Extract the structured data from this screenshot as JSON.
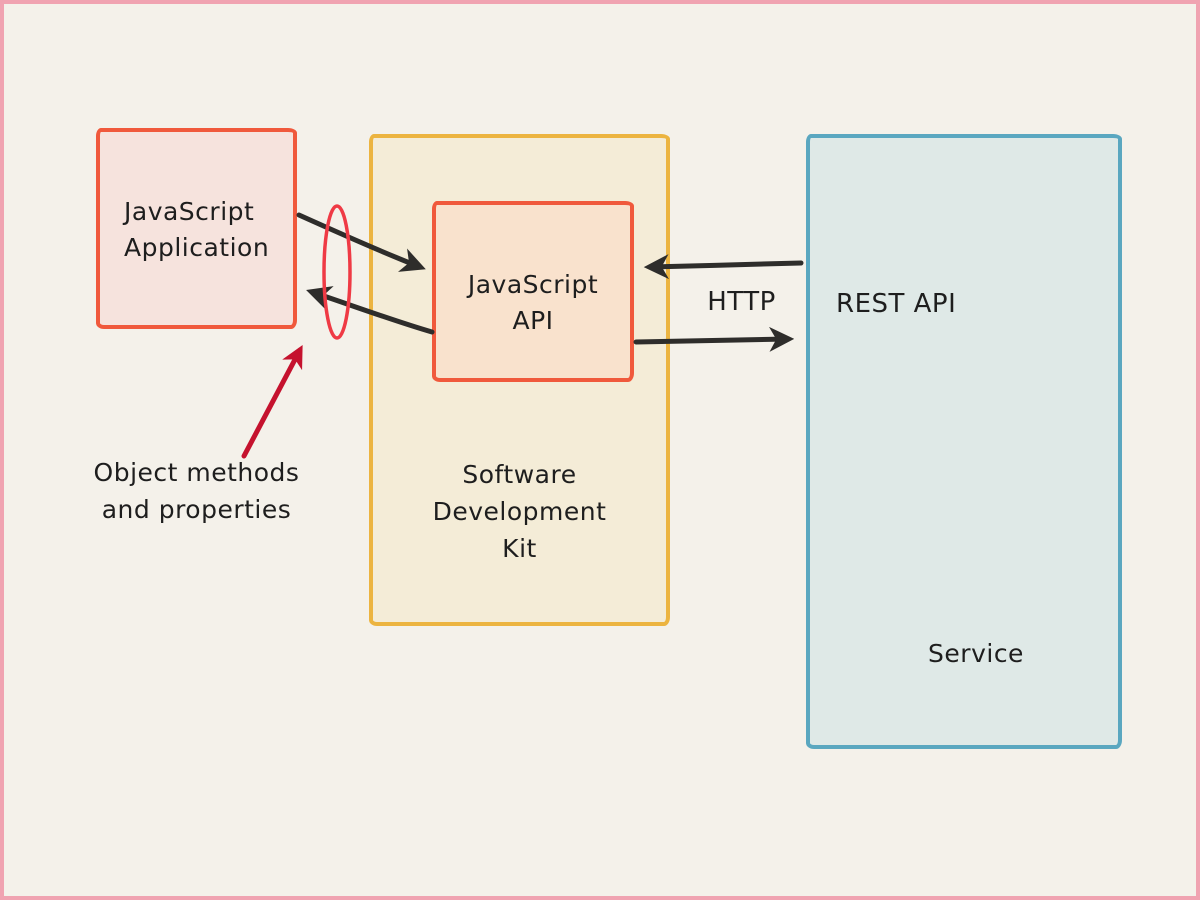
{
  "canvas": {
    "background": "#f4f1ea",
    "frame_color": "#f0a3b1"
  },
  "nodes": {
    "js_application": {
      "lines": [
        "JavaScript",
        "Application"
      ],
      "border_color": "#f0593c",
      "fill_color": "#f6e3dd"
    },
    "sdk": {
      "lines": [
        "Software",
        "Development",
        "Kit"
      ],
      "border_color": "#ecb440",
      "fill_color": "#f4ecd7"
    },
    "js_api": {
      "lines": [
        "JavaScript",
        "API"
      ],
      "border_color": "#f0593c",
      "fill_color": "#f9e2cd"
    },
    "service": {
      "label": "Service",
      "rest_api_label": "REST API",
      "border_color": "#5aa7c0",
      "fill_color": "#dfe9e7"
    }
  },
  "labels": {
    "http": "HTTP",
    "annotation": [
      "Object methods",
      "and properties"
    ]
  },
  "connections": {
    "arrow_color": "#2e2d2b",
    "highlight_ellipse_color": "#ef3a45",
    "annotation_arrow_color": "#c5122e",
    "arrows": [
      "js-application to js-api",
      "js-api to js-application",
      "service to js-api",
      "js-api to service",
      "annotation to interface highlight"
    ]
  }
}
